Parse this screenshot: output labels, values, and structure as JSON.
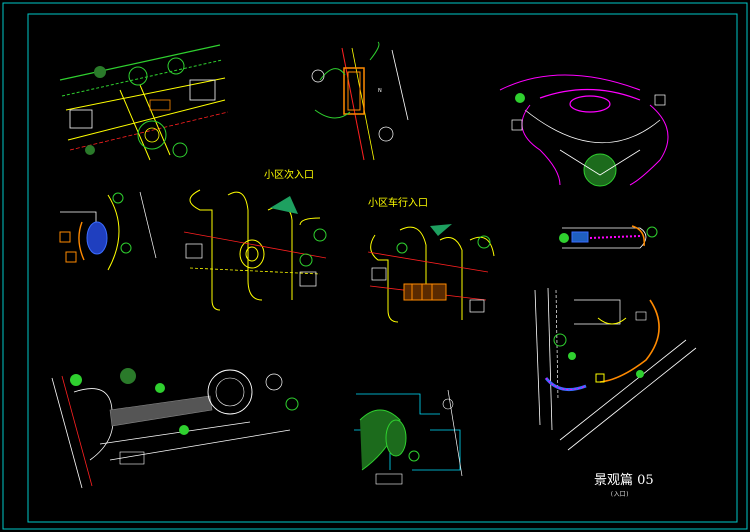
{
  "colors": {
    "background": "#000000",
    "frame": "#00c8c8",
    "yellow": "#ffff00",
    "green": "#2fd02f",
    "magenta": "#ff00ff",
    "red": "#ff2020",
    "white": "#ffffff",
    "cyan": "#00e0ff",
    "orange": "#ff8a00",
    "blue": "#3a6cff"
  },
  "labels": {
    "secondary_entrance": "小区次入口",
    "vehicle_entrance": "小区车行入口",
    "sheet_title": "景观篇 05",
    "sheet_subtitle": "(入口)"
  },
  "drawings": [
    {
      "name": "plan-streetscape-junction"
    },
    {
      "name": "plan-gate-axis"
    },
    {
      "name": "plan-curved-plaza"
    },
    {
      "name": "plan-pond-garden"
    },
    {
      "name": "plan-secondary-entrance"
    },
    {
      "name": "plan-vehicle-entrance"
    },
    {
      "name": "plan-strip-garden"
    },
    {
      "name": "plan-diagonal-road-corner"
    },
    {
      "name": "plan-long-landscape-strip"
    },
    {
      "name": "plan-corner-building-garden"
    }
  ]
}
